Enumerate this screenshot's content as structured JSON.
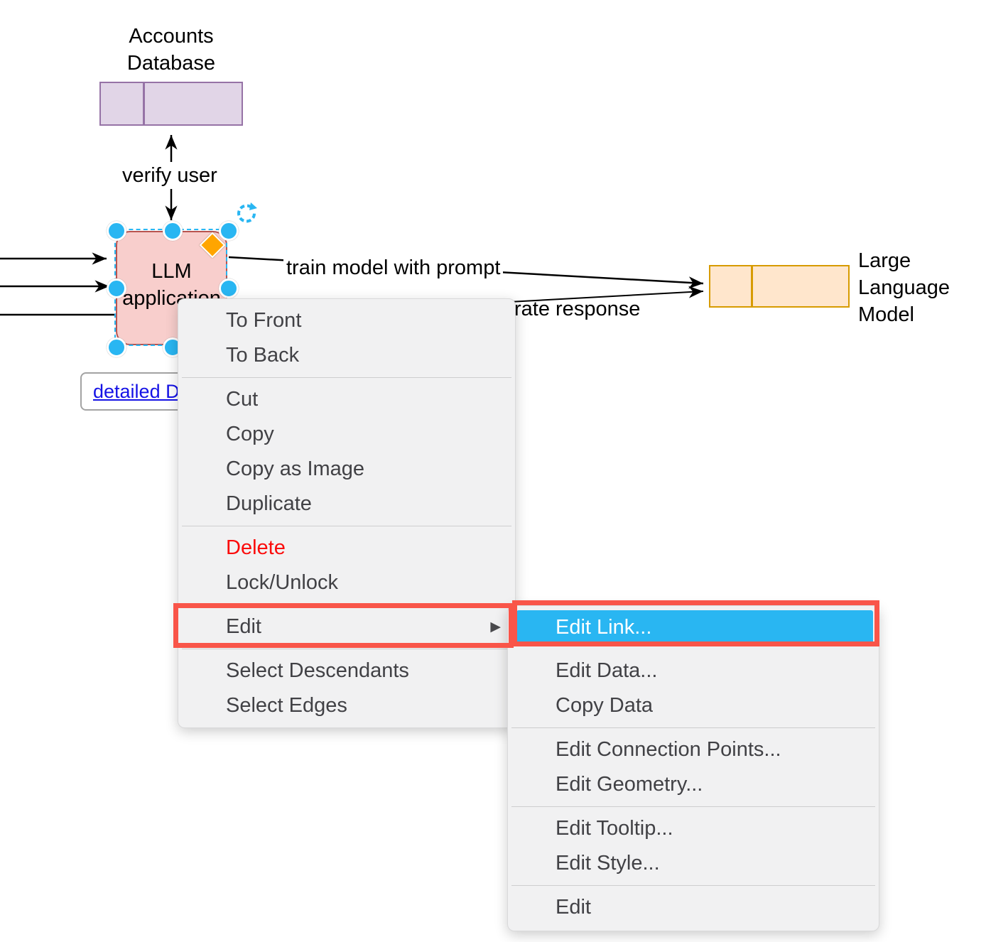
{
  "diagram": {
    "accounts_db": {
      "label_line1": "Accounts",
      "label_line2": "Database"
    },
    "verify_edge_label": "verify user",
    "llm_app": {
      "label_line1": "LLM",
      "label_line2": "application"
    },
    "train_edge_label": "train model with prompt",
    "response_edge_label": "rate response",
    "llm_model": {
      "label_line1": "Large",
      "label_line2": "Language",
      "label_line3": "Model"
    },
    "link_button_label": "detailed DI"
  },
  "context_menu": {
    "items": [
      {
        "label": "To Front"
      },
      {
        "label": "To Back"
      },
      {
        "label": "Cut"
      },
      {
        "label": "Copy"
      },
      {
        "label": "Copy as Image"
      },
      {
        "label": "Duplicate"
      },
      {
        "label": "Delete"
      },
      {
        "label": "Lock/Unlock"
      },
      {
        "label": "Edit"
      },
      {
        "label": "Select Descendants"
      },
      {
        "label": "Select Edges"
      }
    ],
    "submenu_arrow": "▶"
  },
  "edit_submenu": {
    "items": [
      {
        "label": "Edit Link..."
      },
      {
        "label": "Edit Data..."
      },
      {
        "label": "Copy Data"
      },
      {
        "label": "Edit Connection Points..."
      },
      {
        "label": "Edit Geometry..."
      },
      {
        "label": "Edit Tooltip..."
      },
      {
        "label": "Edit Style..."
      },
      {
        "label": "Edit"
      }
    ]
  },
  "colors": {
    "selection_blue": "#29B6F2",
    "highlight_blue": "#29B6F2",
    "annotation_red": "#F95549",
    "delete_text_red": "#FB0B0B",
    "link_text_blue": "#1512E6",
    "db_fill": "#E1D5E7",
    "db_stroke": "#9673A6",
    "app_fill": "#F8CECC",
    "app_stroke": "#B85450",
    "model_fill": "#FFE6CC",
    "model_stroke": "#D79B00",
    "diamond_orange": "#FFA500"
  }
}
